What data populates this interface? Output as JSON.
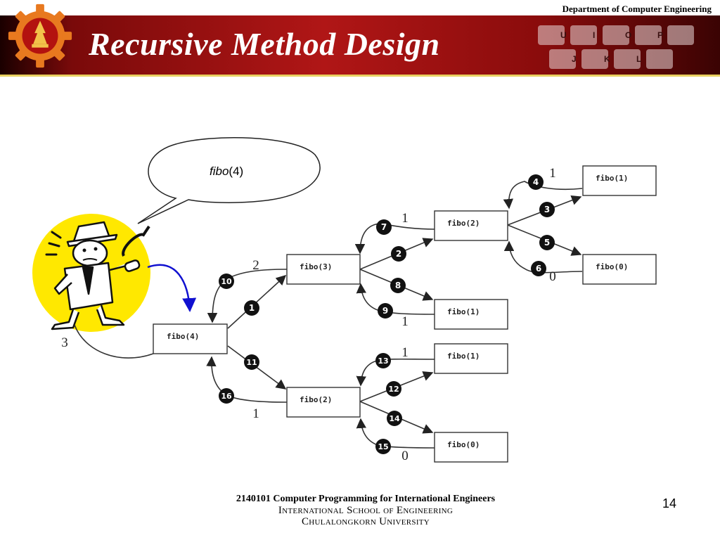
{
  "header": {
    "department": "Department of Computer Engineering",
    "title": "Recursive Method Design",
    "keyboard_keys": [
      "U",
      "I",
      "O",
      "P",
      "J",
      "K",
      "L"
    ]
  },
  "speech_bubble": {
    "func": "fibo",
    "arg": "(4)"
  },
  "diagram": {
    "nodes": [
      {
        "id": "n4",
        "label": "fibo(4)"
      },
      {
        "id": "n3",
        "label": "fibo(3)"
      },
      {
        "id": "n2a",
        "label": "fibo(2)"
      },
      {
        "id": "n1a",
        "label": "fibo(1)"
      },
      {
        "id": "n0a",
        "label": "fibo(0)"
      },
      {
        "id": "n1b",
        "label": "fibo(1)"
      },
      {
        "id": "n2b",
        "label": "fibo(2)"
      },
      {
        "id": "n1c",
        "label": "fibo(1)"
      },
      {
        "id": "n0b",
        "label": "fibo(0)"
      }
    ],
    "steps": [
      "1",
      "2",
      "3",
      "4",
      "5",
      "6",
      "7",
      "8",
      "9",
      "10",
      "11",
      "12",
      "13",
      "14",
      "15",
      "16"
    ],
    "return_values": [
      "3",
      "2",
      "1",
      "1",
      "0",
      "1",
      "1",
      "1",
      "0"
    ]
  },
  "footer": {
    "course": "2140101 Computer Programming for International Engineers",
    "school": "International School of Engineering",
    "university": "Chulalongkorn University",
    "page": "14"
  },
  "colors": {
    "banner": "#b01616",
    "accent_line": "#e8d060",
    "character_bg": "#ffe800",
    "blue_arrow": "#1010d0"
  }
}
